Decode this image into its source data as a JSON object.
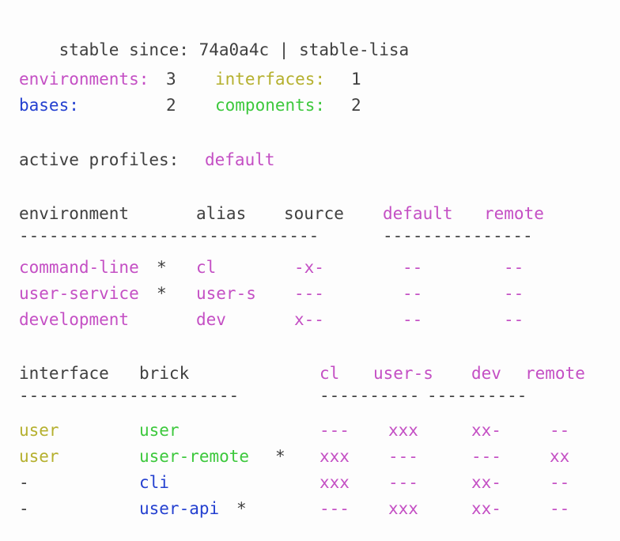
{
  "colors": {
    "background": "#fdfdfd",
    "gray": "#3f3f3f",
    "magenta": "#c44fc4",
    "olive": "#b5b02e",
    "green": "#3cc83c",
    "blue": "#2440d0"
  },
  "header": {
    "stable_label": "stable since:",
    "stable_sha": "74a0a4c",
    "separator": "|",
    "stable_tag": "stable-lisa"
  },
  "counts": {
    "environments_label": "environments:",
    "environments_value": "3",
    "interfaces_label": "interfaces:",
    "interfaces_value": "1",
    "bases_label": "bases:",
    "bases_value": "2",
    "components_label": "components:",
    "components_value": "2"
  },
  "profiles": {
    "label": "active profiles:",
    "value": "default"
  },
  "environment_table": {
    "headers": {
      "environment": "environment",
      "alias": "alias",
      "source": "source",
      "default": "default",
      "remote": "remote"
    },
    "rule_left": "------------------------------",
    "rule_right": "---------------",
    "rows": [
      {
        "environment": "command-line",
        "star": "*",
        "alias": "cl",
        "source": "-x-",
        "default": "--",
        "remote": "--"
      },
      {
        "environment": "user-service",
        "star": "*",
        "alias": "user-s",
        "source": "---",
        "default": "--",
        "remote": "--"
      },
      {
        "environment": "development",
        "star": "",
        "alias": "dev",
        "source": "x--",
        "default": "--",
        "remote": "--"
      }
    ]
  },
  "interface_table": {
    "headers": {
      "interface": "interface",
      "brick": "brick",
      "cl": "cl",
      "user_s": "user-s",
      "dev": "dev",
      "remote": "remote"
    },
    "rule_left": "----------------------",
    "rule_mid": "----------",
    "rule_right": "----------",
    "rows": [
      {
        "interface": "user",
        "brick": "user",
        "brick_kind": "component",
        "star": "",
        "cl": "---",
        "user_s": "xxx",
        "dev": "xx-",
        "remote": "--"
      },
      {
        "interface": "user",
        "brick": "user-remote",
        "brick_kind": "component",
        "star": "*",
        "cl": "xxx",
        "user_s": "---",
        "dev": "---",
        "remote": "xx"
      },
      {
        "interface": "-",
        "brick": "cli",
        "brick_kind": "base",
        "star": "",
        "cl": "xxx",
        "user_s": "---",
        "dev": "xx-",
        "remote": "--"
      },
      {
        "interface": "-",
        "brick": "user-api",
        "brick_kind": "base",
        "star": "*",
        "cl": "---",
        "user_s": "xxx",
        "dev": "xx-",
        "remote": "--"
      }
    ]
  }
}
